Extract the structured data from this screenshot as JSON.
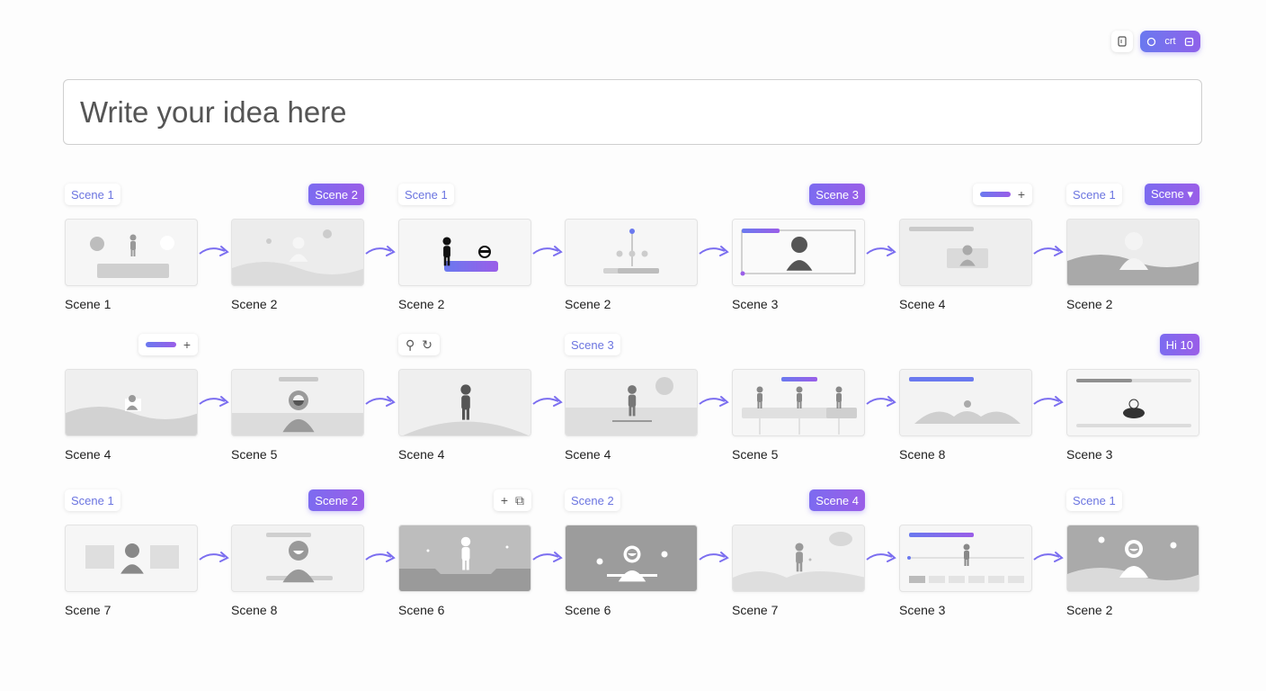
{
  "toolbar": {
    "page_icon": "page-icon",
    "pill_label": "crt",
    "pill_left_icon": "circle-icon",
    "pill_right_icon": "square-icon"
  },
  "idea": {
    "placeholder": "Write your idea here"
  },
  "colors": {
    "accent_start": "#6a79ef",
    "accent_end": "#9a5ee8",
    "arrow": "#7b6ef0"
  },
  "rows": [
    {
      "cells": [
        {
          "badge": {
            "type": "light",
            "text": "Scene 1",
            "align": "left"
          },
          "caption": "Scene 1"
        },
        {
          "badge": {
            "type": "grad",
            "text": "Scene 2",
            "align": "right"
          },
          "caption": "Scene 2"
        },
        {
          "badge": {
            "type": "light",
            "text": "Scene 1",
            "align": "left"
          },
          "caption": "Scene 2"
        },
        {
          "caption": "Scene 2"
        },
        {
          "badge": {
            "type": "grad",
            "text": "Scene 3",
            "align": "right"
          },
          "caption": "Scene 3"
        },
        {
          "badge": {
            "type": "slider",
            "align": "right"
          },
          "caption": "Scene 4"
        },
        {
          "badge": {
            "type": "light",
            "text": "Scene 1",
            "align": "left"
          },
          "badge2": {
            "type": "grad",
            "text": "Scene ▾",
            "align": "right"
          },
          "caption": "Scene 2"
        }
      ]
    },
    {
      "cells": [
        {
          "badge": {
            "type": "slider",
            "align": "right"
          },
          "caption": "Scene 4"
        },
        {
          "caption": "Scene 5"
        },
        {
          "badge": {
            "type": "icons",
            "align": "left"
          },
          "caption": "Scene 4"
        },
        {
          "badge": {
            "type": "light",
            "text": "Scene 3",
            "align": "left"
          },
          "caption": "Scene 4"
        },
        {
          "caption": "Scene 5"
        },
        {
          "caption": "Scene 8"
        },
        {
          "badge": {
            "type": "grad",
            "text": "Hi 10",
            "align": "right"
          },
          "caption": "Scene 3"
        }
      ]
    },
    {
      "cells": [
        {
          "badge": {
            "type": "light",
            "text": "Scene 1",
            "align": "left"
          },
          "caption": "Scene 7"
        },
        {
          "badge": {
            "type": "grad",
            "text": "Scene 2",
            "align": "right"
          },
          "caption": "Scene 8"
        },
        {
          "badge": {
            "type": "icons",
            "align": "right"
          },
          "caption": "Scene 6"
        },
        {
          "badge": {
            "type": "light",
            "text": "Scene 2",
            "align": "left"
          },
          "caption": "Scene 6"
        },
        {
          "badge": {
            "type": "grad",
            "text": "Scene 4",
            "align": "right"
          },
          "caption": "Scene 7"
        },
        {
          "caption": "Scene 3"
        },
        {
          "badge": {
            "type": "light",
            "text": "Scene 1",
            "align": "left"
          },
          "caption": "Scene 2"
        }
      ]
    }
  ]
}
